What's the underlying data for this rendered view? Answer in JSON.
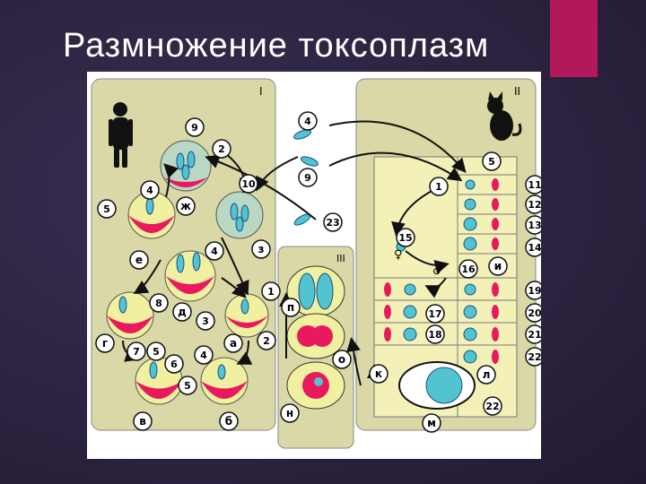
{
  "slide": {
    "title": "Размножение токсоплазм",
    "accent_color": "#b3195a",
    "background_color": "#2c2340"
  },
  "diagram": {
    "panels": {
      "host_intermediate": "I",
      "host_definitive": "II",
      "oocyst": "III"
    },
    "num_labels": [
      "9",
      "2",
      "10",
      "4",
      "5",
      "4",
      "8",
      "3",
      "7",
      "5",
      "6",
      "4",
      "5",
      "1",
      "2",
      "4",
      "9",
      "23",
      "5",
      "1",
      "11",
      "12",
      "13",
      "14",
      "15",
      "16",
      "19",
      "17",
      "20",
      "18",
      "21",
      "22",
      "22"
    ],
    "letter_labels": [
      "ж",
      "е",
      "з",
      "д",
      "г",
      "а",
      "в",
      "б",
      "п",
      "о",
      "н",
      "и",
      "к",
      "л",
      "м"
    ],
    "symbols": {
      "female": "♀",
      "male": "♂"
    },
    "colors": {
      "bg": "#d9d8a6",
      "pink": "#e8195c",
      "cyan": "#52c4cf",
      "cell": "#f0f0a0",
      "line": "#111111"
    }
  }
}
